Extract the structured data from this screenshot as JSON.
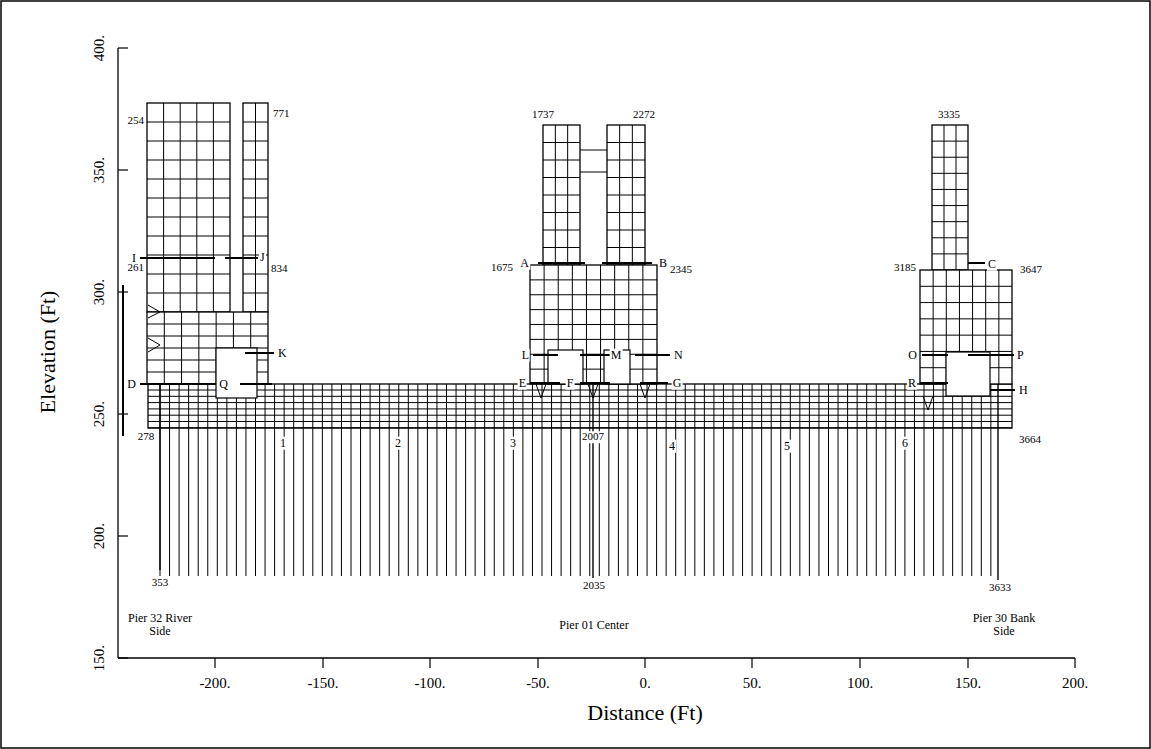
{
  "diagram": {
    "labels": [
      "400.",
      "350.",
      "300.",
      "250.",
      "200.",
      "150.",
      "-200.",
      "-150.",
      "-100.",
      "-50.",
      "0.",
      "50.",
      "100.",
      "150.",
      "200.",
      "Elevation (Ft)",
      "Distance (Ft)",
      "254",
      "771",
      "I",
      "J",
      "261",
      "834",
      "K",
      "D",
      "Q",
      "278",
      "1",
      "353",
      "Pier 32 River Side",
      "1737",
      "2272",
      "1675",
      "A",
      "B",
      "2345",
      "L",
      "M",
      "N",
      "E",
      "F",
      "G",
      "2",
      "3",
      "2007",
      "4",
      "2035",
      "Pier 01 Center",
      "3335",
      "3185",
      "C",
      "3647",
      "O",
      "P",
      "R",
      "H",
      "5",
      "6",
      "3664",
      "3633",
      "Pier 30 Bank Side"
    ]
  }
}
